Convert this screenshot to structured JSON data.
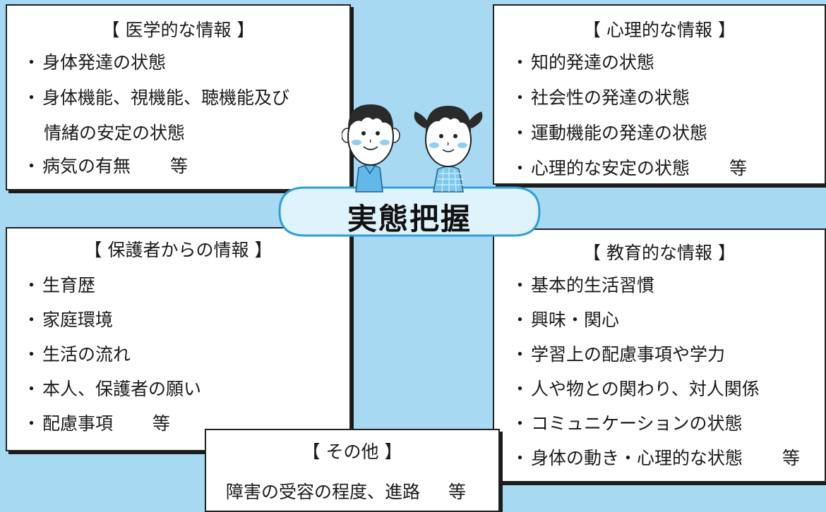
{
  "center_label": "実態把握",
  "panels": {
    "medical": {
      "title": "【 医学的な情報 】",
      "items": [
        "身体発達の状態",
        "身体機能、視機能、聴機能及び",
        "病気の有無"
      ],
      "continuation": "情緒の安定の状態",
      "suffix": "等"
    },
    "psychological": {
      "title": "【 心理的な情報 】",
      "items": [
        "知的発達の状態",
        "社会性の発達の状態",
        "運動機能の発達の状態",
        "心理的な安定の状態"
      ],
      "suffix": "等"
    },
    "guardian": {
      "title": "【 保護者からの情報 】",
      "items": [
        "生育歴",
        "家庭環境",
        "生活の流れ",
        "本人、保護者の願い",
        "配慮事項"
      ],
      "suffix": "等"
    },
    "educational": {
      "title": "【 教育的な情報 】",
      "items": [
        "基本的生活習慣",
        "興味・関心",
        "学習上の配慮事項や学力",
        "人や物との関わり、対人関係",
        "コミュニケーションの状態",
        "身体の動き・心理的な状態"
      ],
      "suffix": "等"
    },
    "other": {
      "title": "【 その他 】",
      "text": "障害の受容の程度、進路",
      "suffix": "等"
    }
  },
  "colors": {
    "background": "#a7d9f2",
    "banner_fill": "#dff3fc",
    "banner_stroke": "#2f9fd8",
    "boy_shirt": "#62b8e8",
    "girl_shirt": "#7fc8ef"
  }
}
